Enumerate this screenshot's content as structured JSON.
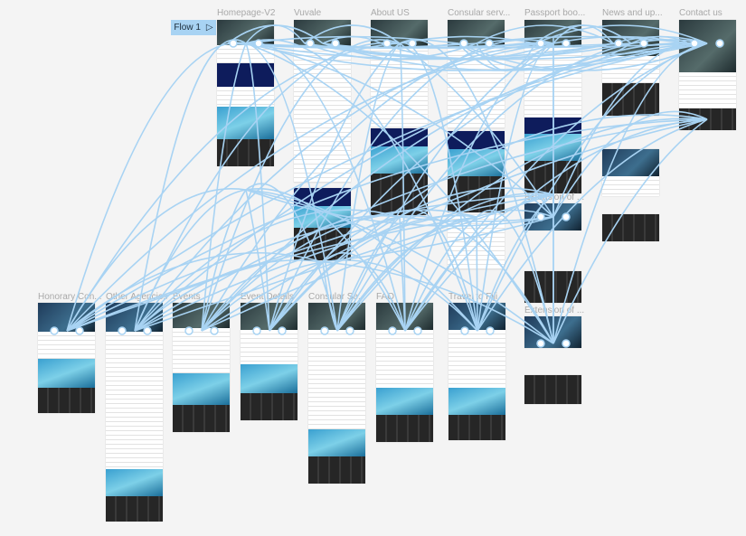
{
  "flow": {
    "label": "Flow 1",
    "icon": "play-icon"
  },
  "frames_top": [
    "Homepage-V2",
    "Vuvale",
    "About US",
    "Consular serv...",
    "Passport boo...",
    "News and up...",
    "Contact us"
  ],
  "frames_bottom": [
    "Honorary Con...",
    "Other Agencies",
    "Events",
    "Event Details",
    "Consular Se...",
    "FAQ",
    "Travel to Fiji"
  ],
  "frames_extra": [
    "Extension of ...",
    "Extension of ..."
  ],
  "colors": {
    "connector": "#a8d3f3",
    "canvas": "#f4f4f4"
  }
}
